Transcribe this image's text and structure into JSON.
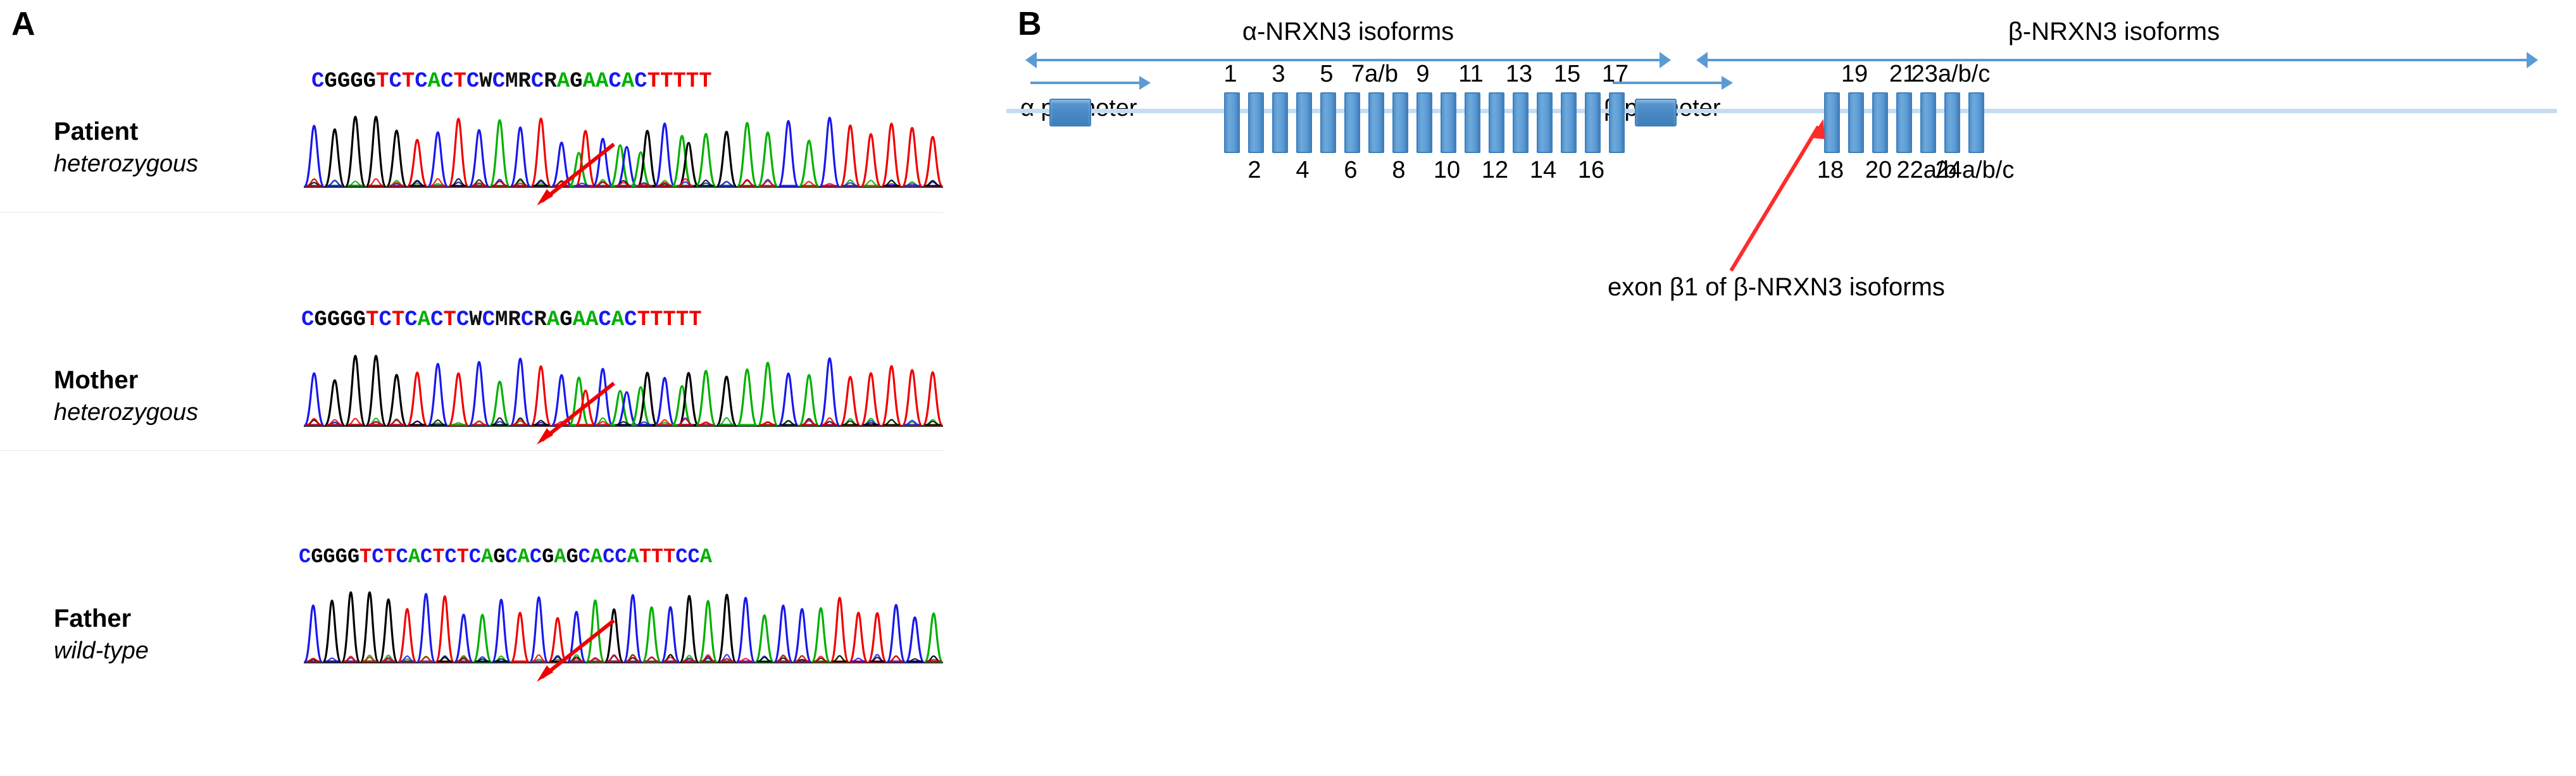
{
  "figure": {
    "panel_a_letter": "A",
    "panel_b_letter": "B"
  },
  "panel_a": {
    "traces": [
      {
        "name": "Patient",
        "zygosity": "heterozygous",
        "sequence": "CGGGGTCTCACTCWCMRCRAGAACACTTTTT",
        "arrow_color": "#ee0000",
        "arrow_label": "variant-position-arrow"
      },
      {
        "name": "Mother",
        "zygosity": "heterozygous",
        "sequence": "CGGGGTCTCACTCWCMRCRAGAACACTTTTT",
        "arrow_color": "#ee0000",
        "arrow_label": "variant-position-arrow"
      },
      {
        "name": "Father",
        "zygosity": "wild-type",
        "sequence": "CGGGGTCTCACTCTCAGCACGAGCACCATTTCCA",
        "arrow_color": "#ee0000",
        "arrow_label": "variant-position-arrow"
      }
    ],
    "base_colors": {
      "A": "#00b000",
      "C": "#1818ee",
      "G": "#000000",
      "T": "#f00000",
      "ambiguous": "#111111"
    }
  },
  "panel_b": {
    "alpha_title": "α-NRXN3 isoforms",
    "beta_title": "β-NRXN3 isoforms",
    "alpha_promoter_label": "α promoter",
    "beta_promoter_label": "β promoter",
    "alpha_exons_top": [
      "1",
      "3",
      "5",
      "7a/b",
      "9",
      "11",
      "13",
      "15",
      "17"
    ],
    "alpha_exons_bottom": [
      "2",
      "4",
      "6",
      "8",
      "10",
      "12",
      "14",
      "16"
    ],
    "beta_exons_top": [
      "19",
      "21",
      "23a/b/c"
    ],
    "beta_exons_bottom": [
      "18",
      "20",
      "22a/b",
      "24a/b/c"
    ],
    "annotation": "exon β1 of β-NRXN3 isoforms",
    "colors": {
      "exon_fill": "#5b9bd5",
      "exon_stroke": "#3f7fb8",
      "gene_line": "#c5ddf2",
      "arrow": "#5b9bd5",
      "annotation_arrow": "#ff2b2b"
    }
  }
}
